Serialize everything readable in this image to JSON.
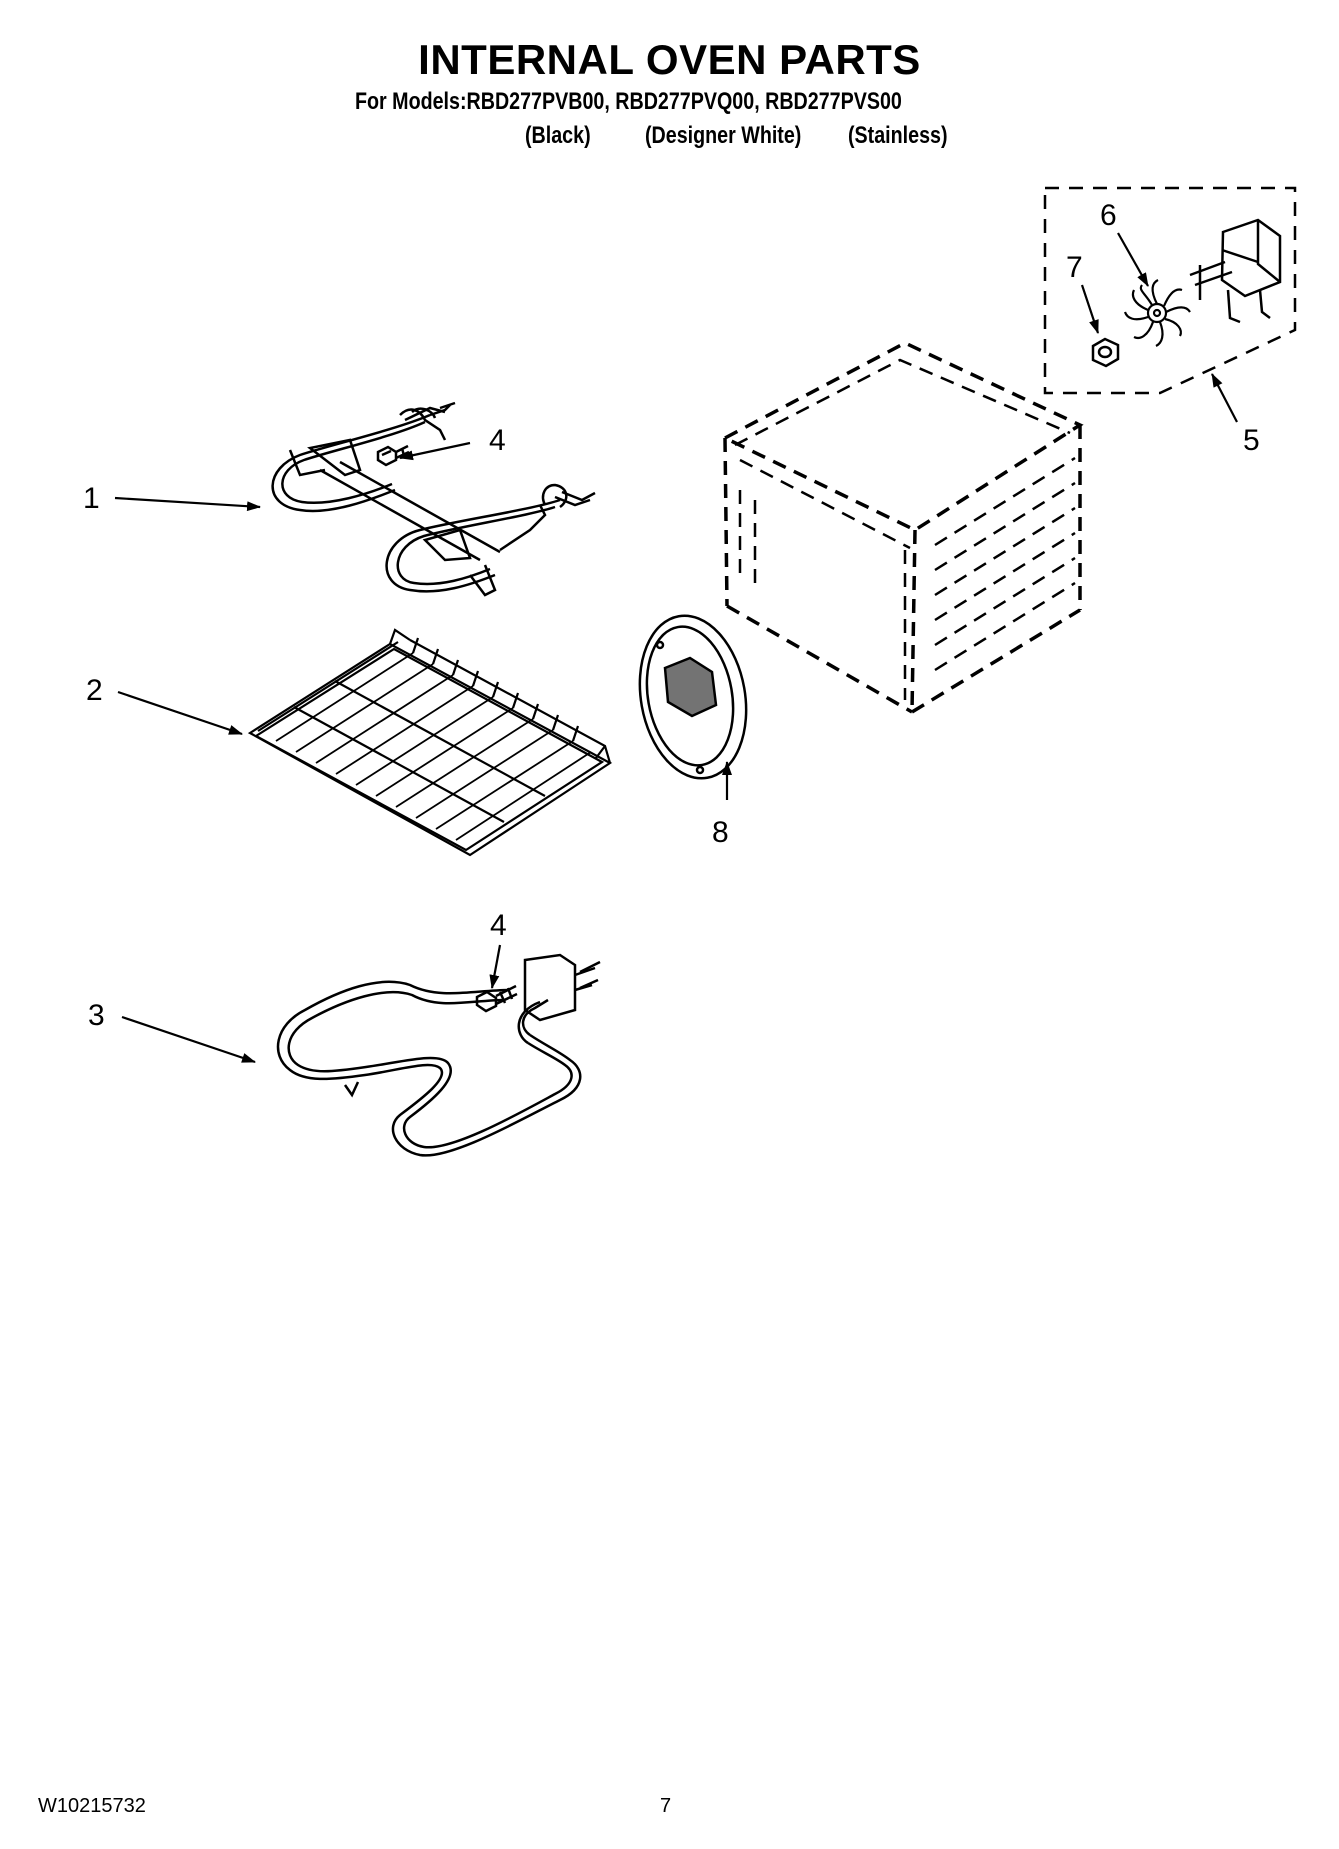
{
  "header": {
    "title": "INTERNAL OVEN PARTS",
    "models_line": "For Models:RBD277PVB00, RBD277PVQ00, RBD277PVS00",
    "colors": [
      "(Black)",
      "(Designer White)",
      "(Stainless)"
    ]
  },
  "callouts": {
    "c1": "1",
    "c2": "2",
    "c3": "3",
    "c4a": "4",
    "c4b": "4",
    "c5": "5",
    "c6": "6",
    "c7": "7",
    "c8": "8"
  },
  "footer": {
    "doc_number": "W10215732",
    "page_number": "7"
  }
}
